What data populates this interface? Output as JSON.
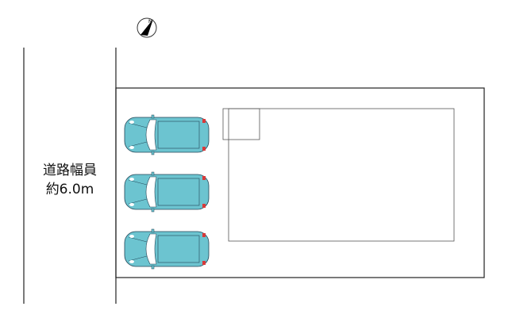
{
  "compass": {
    "letter": "N",
    "icon": "north-arrow-icon"
  },
  "road": {
    "label_line1": "道路幅員",
    "label_line2": "約6.0m"
  },
  "parking": {
    "car_count": 3,
    "car_color": "#6cc4d0",
    "light_color": "#d83a3a"
  },
  "colors": {
    "line": "#222222",
    "building_line": "#555555"
  }
}
